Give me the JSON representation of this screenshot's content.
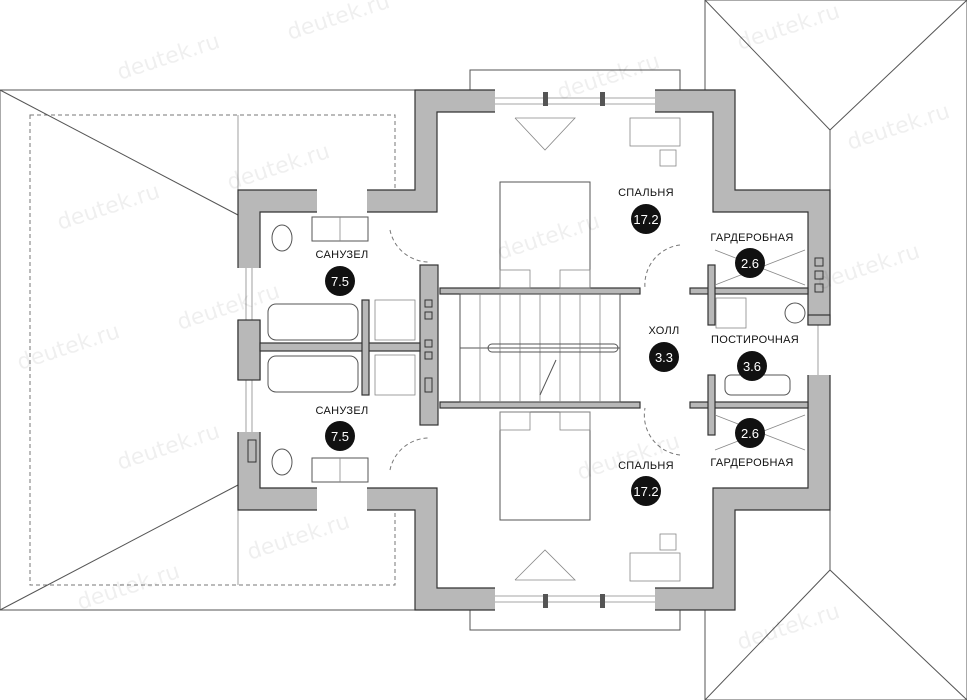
{
  "plan": {
    "watermark": "deutek.ru",
    "rooms": [
      {
        "name": "СПАЛЬНЯ",
        "area": "17.2"
      },
      {
        "name": "ГАРДЕРОБНАЯ",
        "area": "2.6"
      },
      {
        "name": "ХОЛЛ",
        "area": "3.3"
      },
      {
        "name": "ПОСТИРОЧНАЯ",
        "area": "3.6"
      },
      {
        "name": "ГАРДЕРОБНАЯ",
        "area": "2.6"
      },
      {
        "name": "СПАЛЬНЯ",
        "area": "17.2"
      },
      {
        "name": "САНУЗЕЛ",
        "area": "7.5"
      },
      {
        "name": "САНУЗЕЛ",
        "area": "7.5"
      }
    ]
  }
}
